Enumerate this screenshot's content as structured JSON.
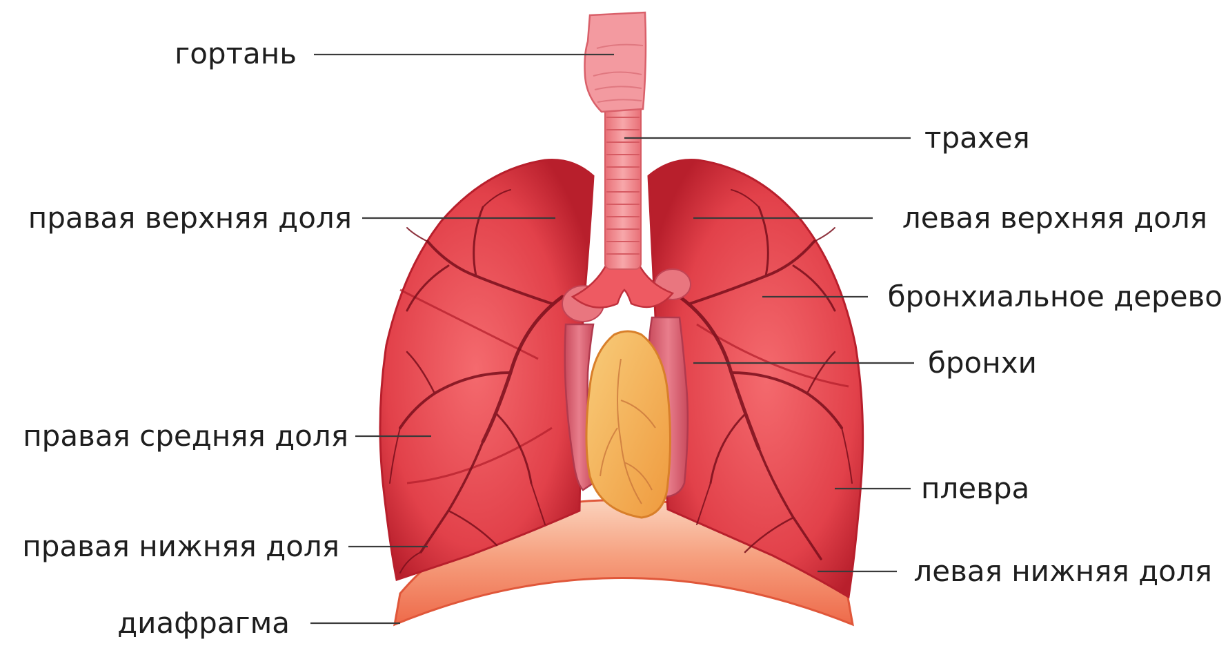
{
  "labels": {
    "larynx": "гортань",
    "trachea": "трахея",
    "right_upper_lobe": "правая верхняя доля",
    "left_upper_lobe": "левая верхняя доля",
    "bronchial_tree": "бронхиальное дерево",
    "bronchi": "бронхи",
    "right_middle_lobe": "правая средняя доля",
    "pleura": "плевра",
    "right_lower_lobe": "правая нижняя доля",
    "left_lower_lobe": "левая нижняя доля",
    "diaphragm": "диафрагма"
  },
  "colors": {
    "lung_fill": "#e2414a",
    "lung_edge": "#b81f2c",
    "vessels": "#7a0f1c",
    "diaphragm": "#f27f5a",
    "diaphragm_inner": "#fbd7c2",
    "heart": "#f5b35a",
    "trachea": "#f08b8f",
    "larynx": "#f39aa0",
    "aorta": "#e05568",
    "label_text": "#1e1e1e",
    "leader_line": "#3a3a3a"
  }
}
